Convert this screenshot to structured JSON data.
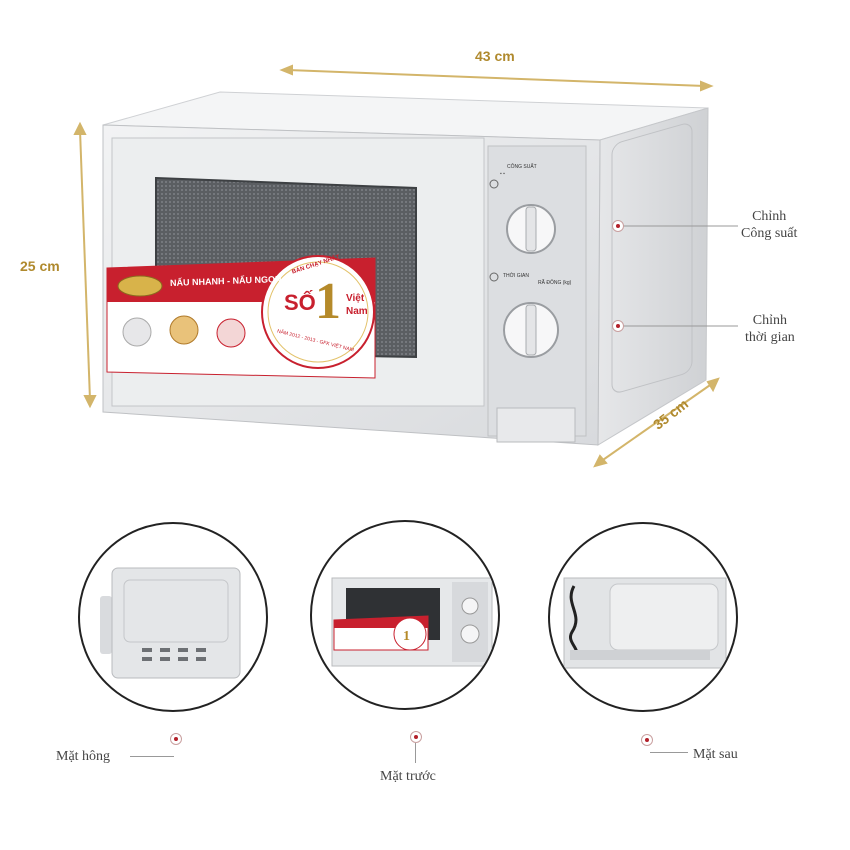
{
  "dimensions": {
    "width": "43 cm",
    "height": "25 cm",
    "depth": "35 cm"
  },
  "callouts": {
    "power": "Chỉnh\nCông suất",
    "timer": "Chỉnh\nthời gian"
  },
  "panel_labels": {
    "power_dial_title": "CÔNG SUẤT",
    "timer_dial_title": "THỜI GIAN",
    "defrost": "RÃ ĐÔNG (kg)"
  },
  "banner": {
    "slogan": "NẤU NHANH - NẤU NGON",
    "badge_top": "BÁN CHẠY NHẤT",
    "badge_main": "SỐ",
    "badge_number": "1",
    "badge_side1": "Việt",
    "badge_side2": "Nam",
    "badge_bottom": "NĂM 2012 - 2013 - GFK VIỆT NAM"
  },
  "views": {
    "side": "Mặt hông",
    "front": "Mặt trước",
    "back": "Mặt sau"
  },
  "colors": {
    "dimension": "#b08a2e",
    "banner_red": "#c8202e",
    "badge_gold": "#b58a2a",
    "body": "#e9eaec"
  }
}
